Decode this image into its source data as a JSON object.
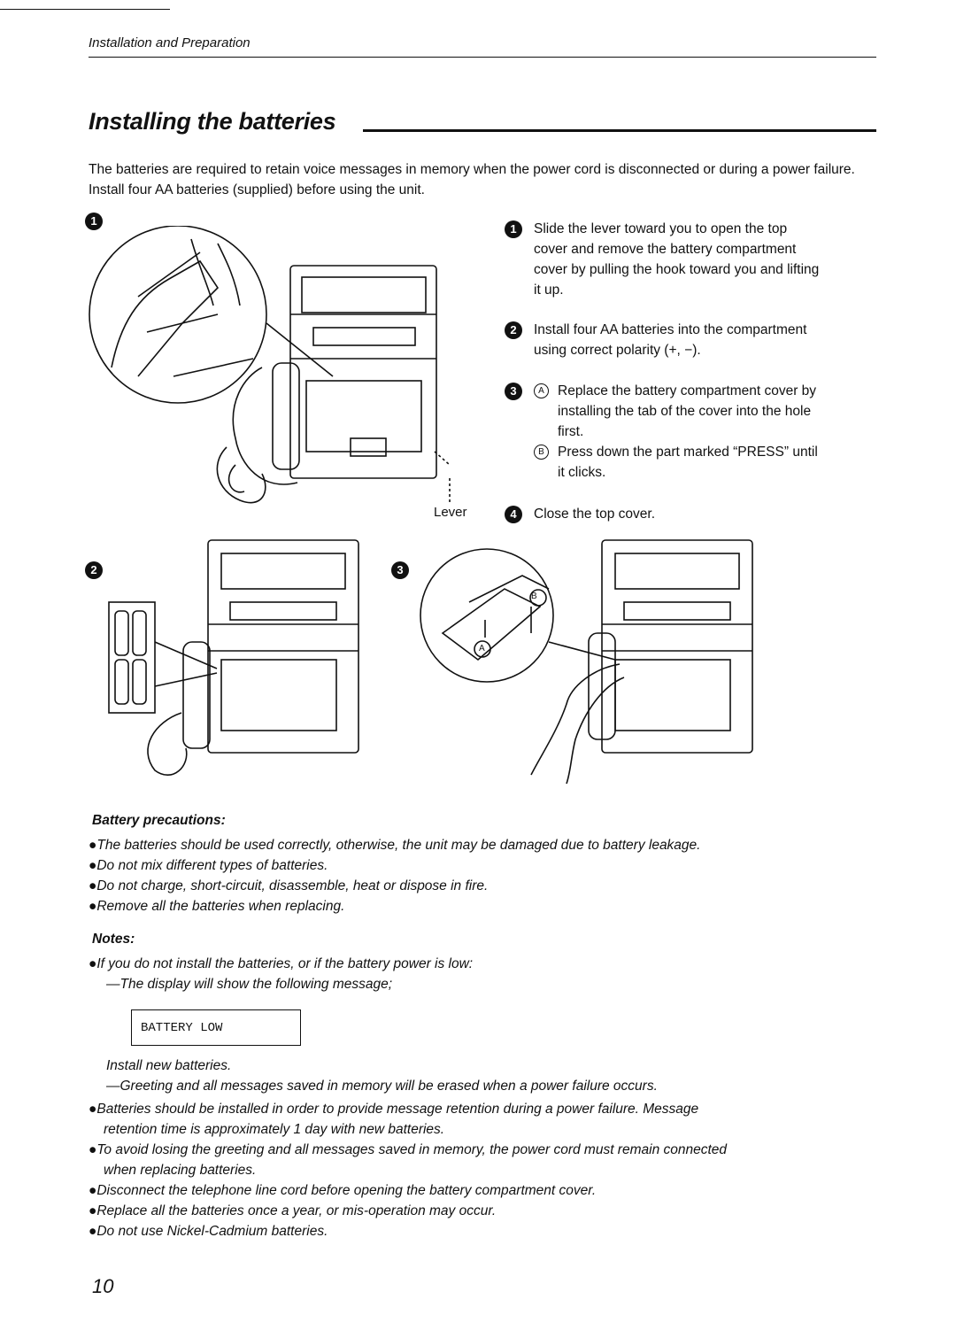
{
  "header": {
    "section": "Installation and Preparation"
  },
  "title": "Installing the batteries",
  "intro": "The batteries are required to retain voice messages in memory when the power cord is disconnected or during a power failure. Install four AA batteries (supplied) before using the unit.",
  "steps": [
    {
      "num": "1",
      "text_lines": [
        "Slide the lever toward you to open the top",
        "cover and remove the battery compartment",
        "cover by pulling the hook toward you and lifting",
        "it up."
      ]
    },
    {
      "num": "2",
      "text_lines": [
        "Install four AA batteries into the compartment",
        "using correct polarity (+, −)."
      ]
    },
    {
      "num": "3",
      "sub_a": {
        "mark": "A",
        "lines": [
          "Replace the battery compartment cover by",
          "installing the tab of the cover into the hole",
          "first."
        ]
      },
      "sub_b": {
        "mark": "B",
        "lines": [
          "Press down the part marked “PRESS” until",
          "it clicks."
        ]
      }
    },
    {
      "num": "4",
      "text_lines": [
        "Close the top cover."
      ]
    }
  ],
  "illustrations": {
    "fig1_num": "1",
    "fig2_num": "2",
    "fig3_num": "3",
    "lever_label": "Lever",
    "callout_a": "A",
    "callout_b": "B"
  },
  "precautions": {
    "heading": "Battery precautions:",
    "items": [
      "●The batteries should be used correctly, otherwise, the unit may be damaged due to battery leakage.",
      "●Do not mix different types of batteries.",
      "●Do not charge, short-circuit, disassemble, heat or dispose in fire.",
      "●Remove all the batteries when replacing."
    ]
  },
  "notes": {
    "heading": "Notes:",
    "line1": "●If you do not install the batteries, or if the battery power is low:",
    "line2": "—The display will show the following message;",
    "display_message": "BATTERY LOW",
    "line3": "Install new batteries.",
    "line4": "—Greeting and all messages saved in memory will be erased when a power failure occurs.",
    "items": [
      "●Batteries should be installed in order to provide message retention during a power failure. Message",
      "retention time is approximately 1 day with new batteries.",
      "●To avoid losing the greeting and all messages saved in memory, the power cord must remain connected",
      "when replacing batteries.",
      "●Disconnect the telephone line cord before opening the battery compartment cover.",
      "●Replace all the batteries once a year, or mis-operation may occur.",
      "●Do not use Nickel-Cadmium batteries."
    ]
  },
  "page_number": "10"
}
